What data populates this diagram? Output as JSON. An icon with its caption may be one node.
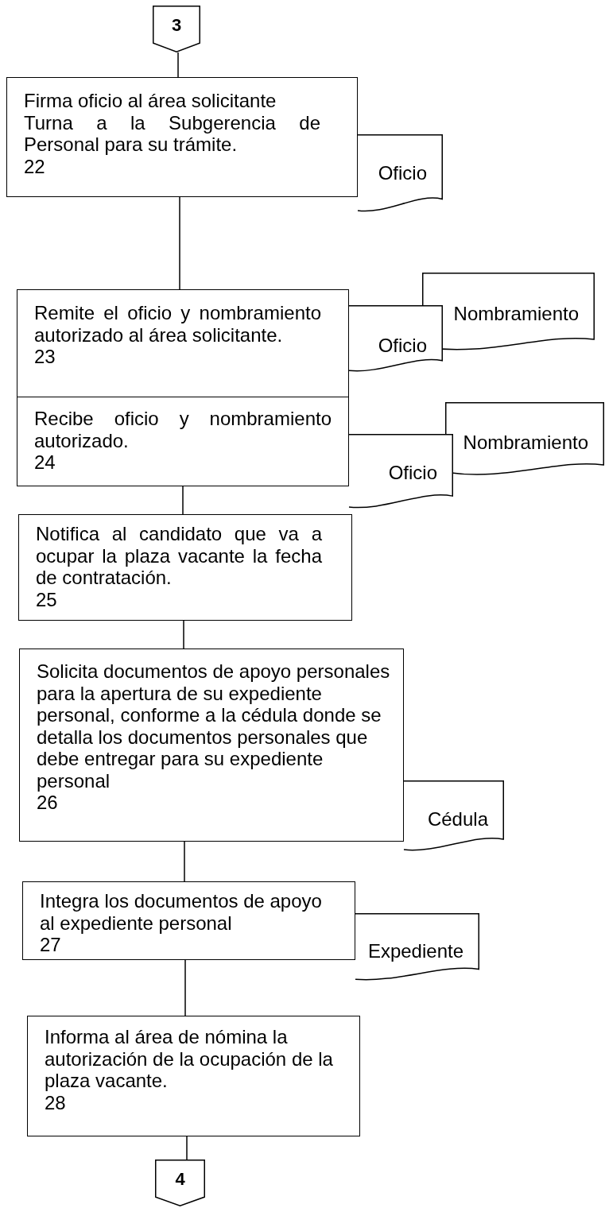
{
  "diagram": {
    "nodes": [
      {
        "text": [
          "3"
        ]
      },
      {
        "text": [
          "Firma oficio al área solicitante",
          "Turna a la Subgerencia de Personal para su trámite.",
          "22"
        ]
      },
      {
        "text": [
          "Oficio"
        ]
      },
      {
        "text": [
          "Remite el oficio y nombramiento autorizado al área solicitante.",
          "23"
        ]
      },
      {
        "text": [
          "Oficio"
        ]
      },
      {
        "text": [
          "Nombramiento"
        ]
      },
      {
        "text": [
          "Recibe oficio y nombramiento autorizado.",
          "24"
        ]
      },
      {
        "text": [
          "Oficio"
        ]
      },
      {
        "text": [
          "Nombramiento"
        ]
      },
      {
        "text": [
          "Notifica al candidato que va a ocupar la plaza vacante la fecha de contratación.",
          "25"
        ]
      },
      {
        "text": [
          "Solicita documentos de apoyo personales para la apertura de su expediente personal, conforme a la cédula donde se detalla los documentos personales que debe entregar para su expediente personal",
          "26"
        ]
      },
      {
        "text": [
          "Cédula"
        ]
      },
      {
        "text": [
          "Integra los documentos de apoyo al expediente personal",
          "27"
        ]
      },
      {
        "text": [
          "Expediente"
        ]
      },
      {
        "text": [
          "Informa al área de nómina la autorización de la ocupación de la plaza vacante.",
          "28"
        ]
      },
      {
        "text": [
          "4"
        ]
      }
    ],
    "edges": [
      {
        "from": 0,
        "to": 1,
        "arrow": "none"
      },
      {
        "from": 1,
        "to": 3,
        "arrow": "none"
      },
      {
        "from": 6,
        "to": 9,
        "arrow": "none"
      },
      {
        "from": 9,
        "to": 10,
        "arrow": "none"
      },
      {
        "from": 10,
        "to": 12,
        "arrow": "none"
      },
      {
        "from": 12,
        "to": 14,
        "arrow": "none"
      },
      {
        "from": 14,
        "to": 15,
        "arrow": "none"
      }
    ]
  }
}
